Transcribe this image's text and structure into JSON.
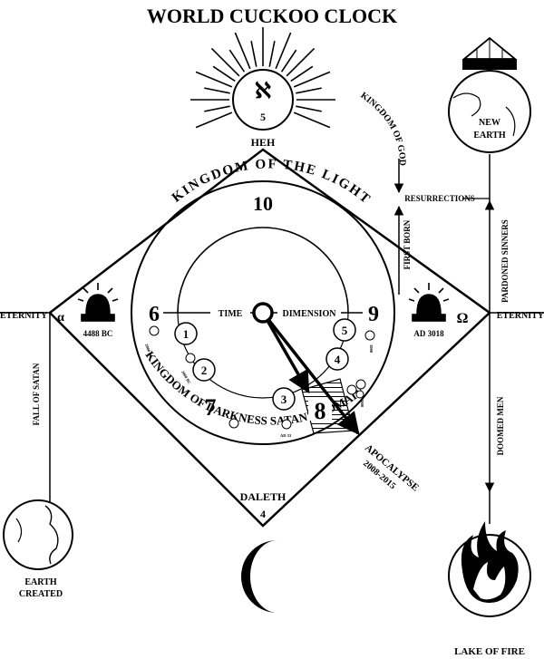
{
  "title": "WORLD CUCKOO CLOCK",
  "sun": {
    "glyph": "ℵ",
    "number": "5",
    "caption": "HEH"
  },
  "moon": {
    "caption": "DALETH",
    "number": "4"
  },
  "arc_labels": {
    "light": "KINGDOM OF THE LIGHT",
    "darkness": "KINGDOM OF DARKNESS SATAN'S DOMAIN",
    "god": "KINGDOM OF GOD"
  },
  "dial": {
    "twelve": "10",
    "left": "6",
    "right": "9",
    "lower_left": "7",
    "lower_right": "8",
    "time_label": "TIME",
    "dimension_label": "DIMENSION",
    "small_circles": [
      "1",
      "2",
      "3",
      "4",
      "5"
    ],
    "date_badges": [
      "2000 BC",
      "2000 BC",
      "AD 33",
      "1000",
      "1000"
    ]
  },
  "sides": {
    "alpha": "α",
    "omega": "Ω",
    "eternity_left": "ETERNITY",
    "eternity_right": "ETERNITY",
    "start_date": "4488 BC",
    "end_date": "AD 3018"
  },
  "right_flow": {
    "resurrections": "RESURRECTIONS",
    "first_born": "FIRST BORN",
    "pardoned": "PARDONED SINNERS",
    "doomed": "DOOMED MEN"
  },
  "left_flow": {
    "fall": "FALL OF SATAN"
  },
  "apocalypse": {
    "label": "APOCALYPSE",
    "years": "2008-2015"
  },
  "earth": {
    "line1": "EARTH",
    "line2": "CREATED"
  },
  "new_earth": {
    "line1": "NEW",
    "line2": "EARTH"
  },
  "lake": "LAKE OF FIRE"
}
